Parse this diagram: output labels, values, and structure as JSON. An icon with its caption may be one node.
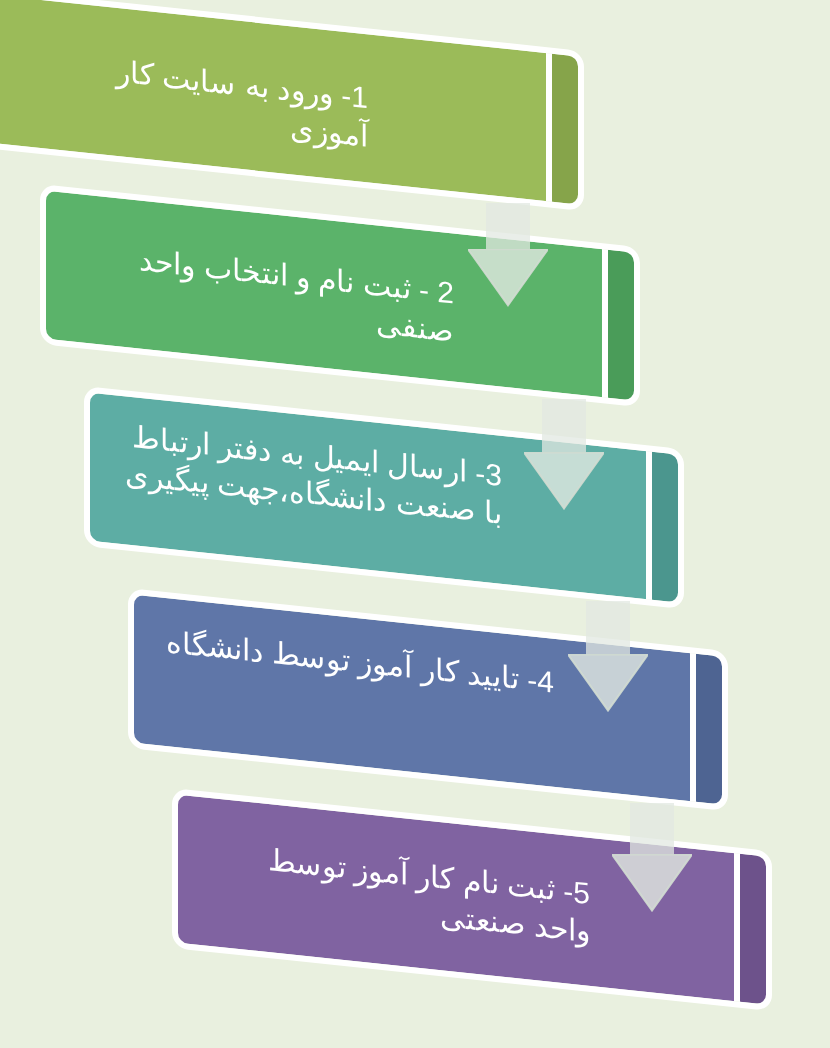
{
  "diagram": {
    "nodes": [
      {
        "text": [
          "1- ورود به سایت کار آموزی"
        ]
      },
      {
        "text": [
          "2 - ثبت نام و انتخاب واحد صنفی"
        ]
      },
      {
        "text": [
          "3- ارسال ایمیل به دفتر ارتباط با صنعت دانشگاه،جهت پیگیری"
        ]
      },
      {
        "text": [
          "4- تایید کار آموز توسط دانشگاه"
        ]
      },
      {
        "text": [
          "5- ثبت نام کار آموز توسط واحد صنعتی"
        ]
      }
    ],
    "edges": [
      {
        "from": 0,
        "to": 1,
        "arrow": "to"
      },
      {
        "from": 1,
        "to": 2,
        "arrow": "to"
      },
      {
        "from": 2,
        "to": 3,
        "arrow": "to"
      },
      {
        "from": 3,
        "to": 4,
        "arrow": "to"
      }
    ]
  }
}
